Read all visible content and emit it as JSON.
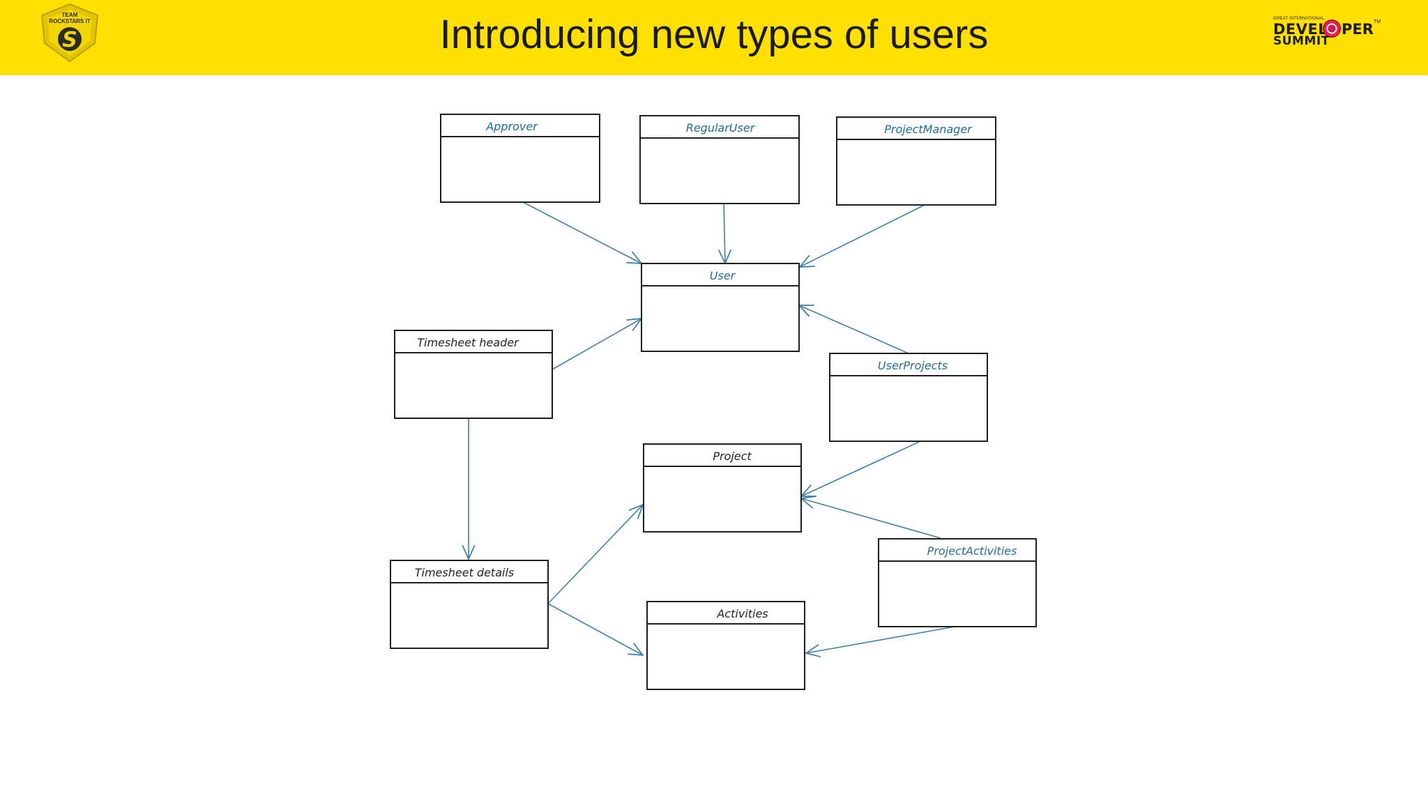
{
  "slide": {
    "title": "Introducing new types of users"
  },
  "logos": {
    "left": {
      "line1": "TEAM",
      "line2": "ROCKSTARS IT",
      "glyph": "S"
    },
    "right": {
      "small": "GREAT INTERNATIONAL",
      "word1a": "DEVEL",
      "word1b": "PER",
      "word2": "SUMMIT",
      "tm": "TM"
    }
  },
  "colors": {
    "header": "#ffe000",
    "arrow": "#3f7fa8",
    "label_blue": "#1f6f8b",
    "label_dark": "#222222",
    "box_stroke": "#1e1e1e"
  },
  "diagram": {
    "boxes": [
      {
        "id": "approver",
        "label": "Approver"
      },
      {
        "id": "regularuser",
        "label": "RegularUser"
      },
      {
        "id": "projectmanager",
        "label": "ProjectManager"
      },
      {
        "id": "user",
        "label": "User"
      },
      {
        "id": "timesheet-header",
        "label": "Timesheet header"
      },
      {
        "id": "userprojects",
        "label": "UserProjects"
      },
      {
        "id": "project",
        "label": "Project"
      },
      {
        "id": "timesheet-details",
        "label": "Timesheet details"
      },
      {
        "id": "projectactivities",
        "label": "ProjectActivities"
      },
      {
        "id": "activities",
        "label": "Activities"
      }
    ],
    "edges": [
      {
        "from": "approver",
        "to": "user"
      },
      {
        "from": "regularuser",
        "to": "user"
      },
      {
        "from": "projectmanager",
        "to": "user"
      },
      {
        "from": "timesheet-header",
        "to": "user"
      },
      {
        "from": "userprojects",
        "to": "user"
      },
      {
        "from": "timesheet-header",
        "to": "timesheet-details"
      },
      {
        "from": "userprojects",
        "to": "project"
      },
      {
        "from": "projectactivities",
        "to": "project"
      },
      {
        "from": "timesheet-details",
        "to": "project"
      },
      {
        "from": "timesheet-details",
        "to": "activities"
      },
      {
        "from": "projectactivities",
        "to": "activities"
      }
    ]
  }
}
